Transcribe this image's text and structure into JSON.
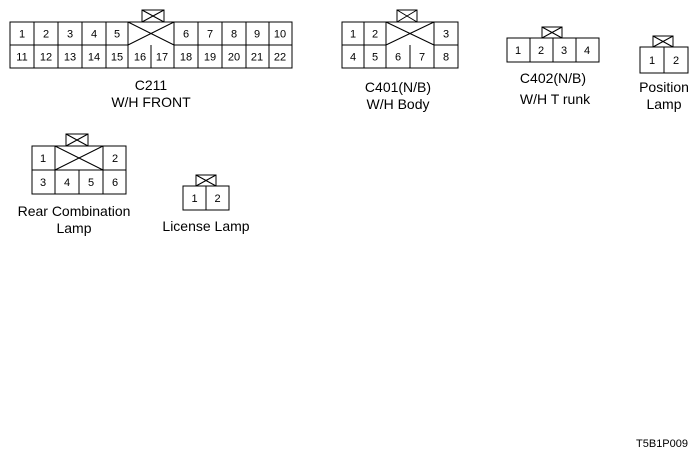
{
  "connectors": {
    "c211": {
      "row1": [
        "1",
        "2",
        "3",
        "4",
        "5",
        "6",
        "7",
        "8",
        "9",
        "10"
      ],
      "row2": [
        "11",
        "12",
        "13",
        "14",
        "15",
        "16",
        "17",
        "18",
        "19",
        "20",
        "21",
        "22"
      ],
      "caption": [
        "C211",
        "W/H FRONT"
      ]
    },
    "c401": {
      "row1": [
        "1",
        "2",
        "3"
      ],
      "row2": [
        "4",
        "5",
        "6",
        "7",
        "8"
      ],
      "caption": [
        "C401(N/B)",
        "W/H Body"
      ]
    },
    "c402": {
      "row1": [
        "1",
        "2",
        "3",
        "4"
      ],
      "caption": [
        "C402(N/B)",
        "W/H T runk"
      ]
    },
    "position_lamp": {
      "row1": [
        "1",
        "2"
      ],
      "caption": [
        "Position",
        "Lamp"
      ]
    },
    "rear_combination_lamp": {
      "row1": [
        "1",
        "2"
      ],
      "row2": [
        "3",
        "4",
        "5",
        "6"
      ],
      "caption": [
        "Rear Combination",
        "Lamp"
      ]
    },
    "license_lamp": {
      "row1": [
        "1",
        "2"
      ],
      "caption": [
        "License Lamp"
      ]
    }
  },
  "figure_code": "T5B1P009"
}
